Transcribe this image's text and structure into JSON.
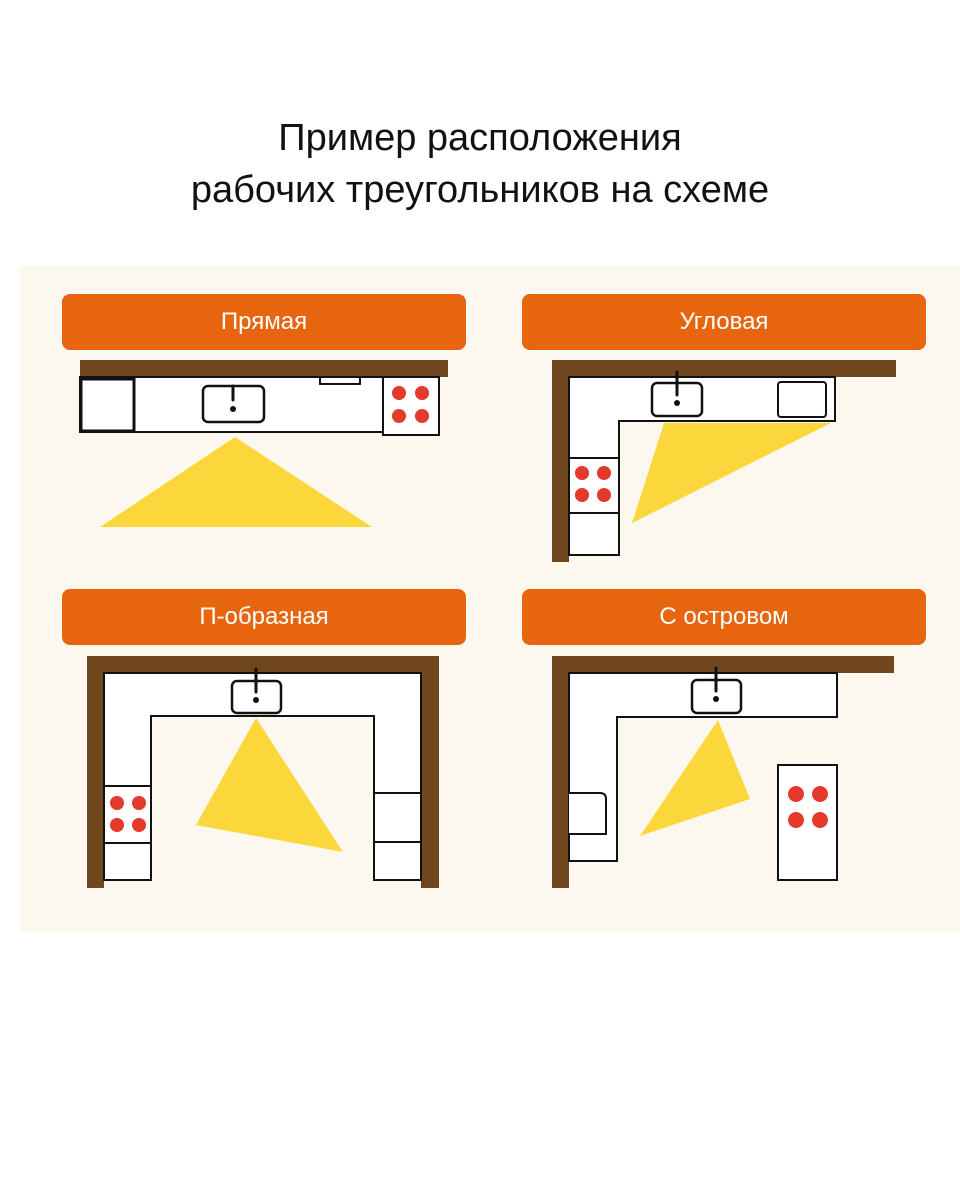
{
  "title": {
    "line1": "Пример расположения",
    "line2": "рабочих треугольников на схеме"
  },
  "layouts": [
    {
      "label": "Прямая"
    },
    {
      "label": "Угловая"
    },
    {
      "label": "П-образная"
    },
    {
      "label": "С островом"
    }
  ],
  "colors": {
    "label_bg": "#e8650f",
    "wall": "#70461f",
    "triangle": "#fcd73c",
    "burner": "#e33a2c",
    "panel_bg": "#fcf8ef"
  }
}
